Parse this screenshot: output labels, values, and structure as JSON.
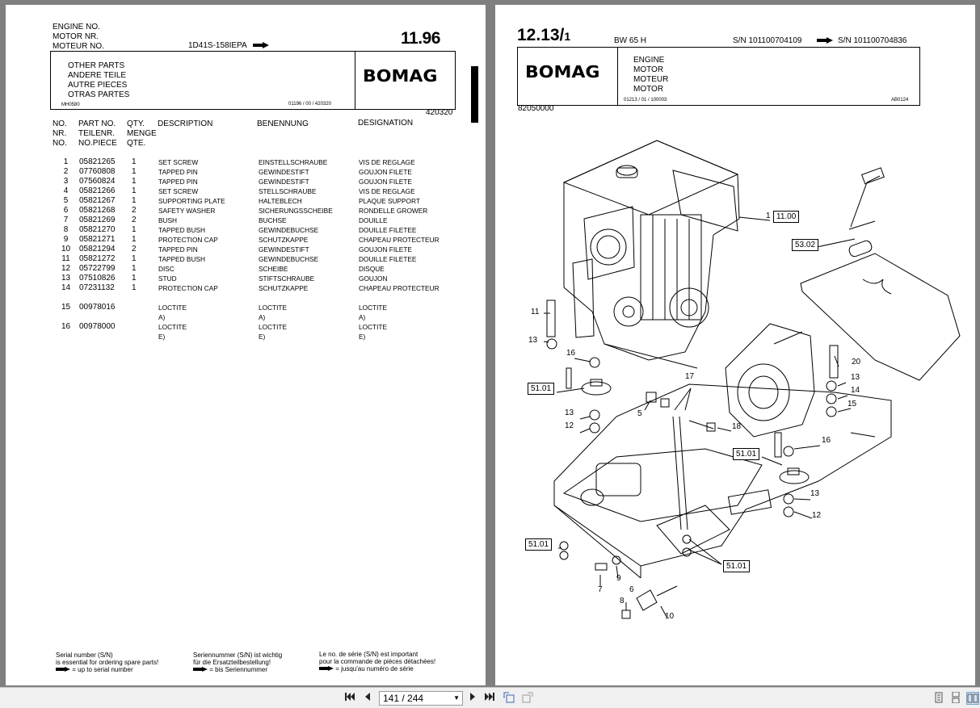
{
  "left_page": {
    "engine_no_labels": [
      "ENGINE NO.",
      "MOTOR  NR.",
      "MOTEUR NO."
    ],
    "engine_model": "1D41S-158IEPA",
    "date_code": "11.96",
    "section_title_lines": [
      "OTHER PARTS",
      "ANDERE TEILE",
      "AUTRE PIECES",
      "OTRAS PARTES"
    ],
    "ref_left": "MH0580",
    "ref_right": "01196 / 00 / 420320",
    "brand": "BOMAG",
    "group_number": "420320",
    "headers": {
      "no": [
        "NO.",
        "NR.",
        "NO."
      ],
      "part": [
        "PART NO.",
        "TEILENR.",
        "NO.PIECE"
      ],
      "qty": [
        "QTY.",
        "MENGE",
        "QTE."
      ],
      "description": "DESCRIPTION",
      "benennung": "BENENNUNG",
      "designation": "DESIGNATION"
    },
    "rows": [
      {
        "no": "1",
        "part": "05821265",
        "qty": "1",
        "desc": "SET SCREW",
        "ben": "EINSTELLSCHRAUBE",
        "des": "VIS DE REGLAGE"
      },
      {
        "no": "2",
        "part": "07760808",
        "qty": "1",
        "desc": "TAPPED PIN",
        "ben": "GEWINDESTIFT",
        "des": "GOUJON FILETE"
      },
      {
        "no": "3",
        "part": "07560824",
        "qty": "1",
        "desc": "TAPPED PIN",
        "ben": "GEWINDESTIFT",
        "des": "GOUJON FILETE"
      },
      {
        "no": "4",
        "part": "05821266",
        "qty": "1",
        "desc": "SET SCREW",
        "ben": "STELLSCHRAUBE",
        "des": "VIS DE REGLAGE"
      },
      {
        "no": "5",
        "part": "05821267",
        "qty": "1",
        "desc": "SUPPORTING PLATE",
        "ben": "HALTEBLECH",
        "des": "PLAQUE SUPPORT"
      },
      {
        "no": "6",
        "part": "05821268",
        "qty": "2",
        "desc": "SAFETY WASHER",
        "ben": "SICHERUNGSSCHEIBE",
        "des": "RONDELLE GROWER"
      },
      {
        "no": "7",
        "part": "05821269",
        "qty": "2",
        "desc": "BUSH",
        "ben": "BUCHSE",
        "des": "DOUILLE"
      },
      {
        "no": "8",
        "part": "05821270",
        "qty": "1",
        "desc": "TAPPED BUSH",
        "ben": "GEWINDEBUCHSE",
        "des": "DOUILLE FILETEE"
      },
      {
        "no": "9",
        "part": "05821271",
        "qty": "1",
        "desc": "PROTECTION CAP",
        "ben": "SCHUTZKAPPE",
        "des": "CHAPEAU PROTECTEUR"
      },
      {
        "no": "10",
        "part": "05821294",
        "qty": "2",
        "desc": "TAPPED PIN",
        "ben": "GEWINDESTIFT",
        "des": "GOUJON FILETE"
      },
      {
        "no": "11",
        "part": "05821272",
        "qty": "1",
        "desc": "TAPPED BUSH",
        "ben": "GEWINDEBUCHSE",
        "des": "DOUILLE FILETEE"
      },
      {
        "no": "12",
        "part": "05722799",
        "qty": "1",
        "desc": "DISC",
        "ben": "SCHEIBE",
        "des": "DISQUE"
      },
      {
        "no": "13",
        "part": "07510826",
        "qty": "1",
        "desc": "STUD",
        "ben": "STIFTSCHRAUBE",
        "des": "GOUJON"
      },
      {
        "no": "14",
        "part": "07231132",
        "qty": "1",
        "desc": "PROTECTION CAP",
        "ben": "SCHUTZKAPPE",
        "des": "CHAPEAU PROTECTEUR"
      }
    ],
    "rows2": [
      {
        "no": "15",
        "part": "00978016",
        "qty": "",
        "desc": "LOCTITE",
        "ben": "LOCTITE",
        "des": "LOCTITE",
        "sub": "A)"
      },
      {
        "no": "16",
        "part": "00978000",
        "qty": "",
        "desc": "LOCTITE",
        "ben": "LOCTITE",
        "des": "LOCTITE",
        "sub": "E)"
      }
    ],
    "footer": {
      "en": [
        "Serial number (S/N)",
        "is essential for ordering spare parts!",
        "= up to serial number"
      ],
      "de": [
        "Seriennummer (S/N) ist wichtig",
        "für die Ersatzteilbestellung!",
        "= bis Seriennummer"
      ],
      "fr": [
        "Le no. de série (S/N) est important",
        "pour la commande de pièces détachées!",
        "= jusqu'au numéro de série"
      ]
    }
  },
  "right_page": {
    "page_code": "12.13/",
    "page_sub": "1",
    "model": "BW 65 H",
    "sn_from": "S/N 101100704109",
    "sn_to": "S/N 101100704836",
    "brand": "BOMAG",
    "title_lines": [
      "ENGINE",
      "MOTOR",
      "MOTEUR",
      "MOTOR"
    ],
    "ref_left": "01213 / 01 / 100003",
    "ref_right": "AB0124",
    "group_number": "82050000",
    "callouts": [
      "1",
      "11.00",
      "53.02",
      "11",
      "13",
      "16",
      "51.01",
      "17",
      "5",
      "18",
      "20",
      "13",
      "14",
      "15",
      "13",
      "12",
      "16",
      "51.01",
      "13",
      "12",
      "51.01",
      "51.01",
      "7",
      "9",
      "8",
      "6",
      "10"
    ]
  },
  "toolbar": {
    "page_indicator": "141 / 244"
  }
}
